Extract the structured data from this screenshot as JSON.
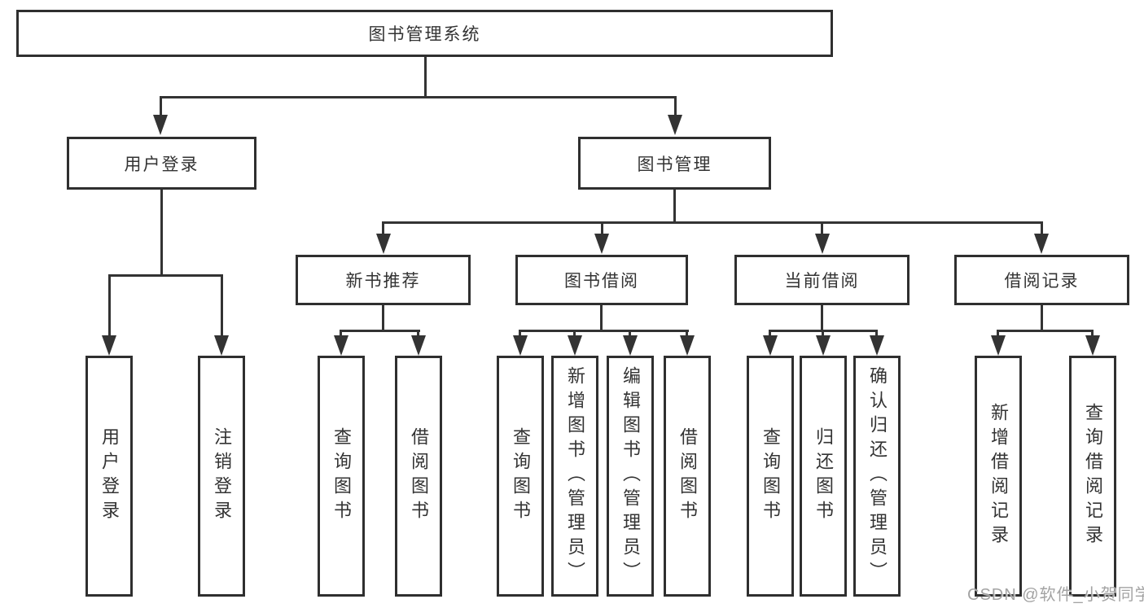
{
  "diagram": {
    "root": {
      "label": "图书管理系统"
    },
    "branches": [
      {
        "label": "用户登录",
        "children": [
          {
            "label": "用户登录"
          },
          {
            "label": "注销登录"
          }
        ]
      },
      {
        "label": "图书管理",
        "children": [
          {
            "label": "新书推荐",
            "children": [
              {
                "label": "查询图书"
              },
              {
                "label": "借阅图书"
              }
            ]
          },
          {
            "label": "图书借阅",
            "children": [
              {
                "label": "查询图书"
              },
              {
                "label": "新增图书（管理员）"
              },
              {
                "label": "编辑图书（管理员）"
              },
              {
                "label": "借阅图书"
              }
            ]
          },
          {
            "label": "当前借阅",
            "children": [
              {
                "label": "查询图书"
              },
              {
                "label": "归还图书"
              },
              {
                "label": "确认归还（管理员）"
              }
            ]
          },
          {
            "label": "借阅记录",
            "children": [
              {
                "label": "新增借阅记录"
              },
              {
                "label": "查询借阅记录"
              }
            ]
          }
        ]
      }
    ]
  },
  "watermark": {
    "text": "CSDN @软件_小贺同学"
  },
  "colors": {
    "line": "#333333",
    "box_border": "#2f2f2f",
    "box_fill": "#ffffff",
    "text": "#333333",
    "watermark": "#9e9e9e",
    "background": "#ffffff"
  }
}
